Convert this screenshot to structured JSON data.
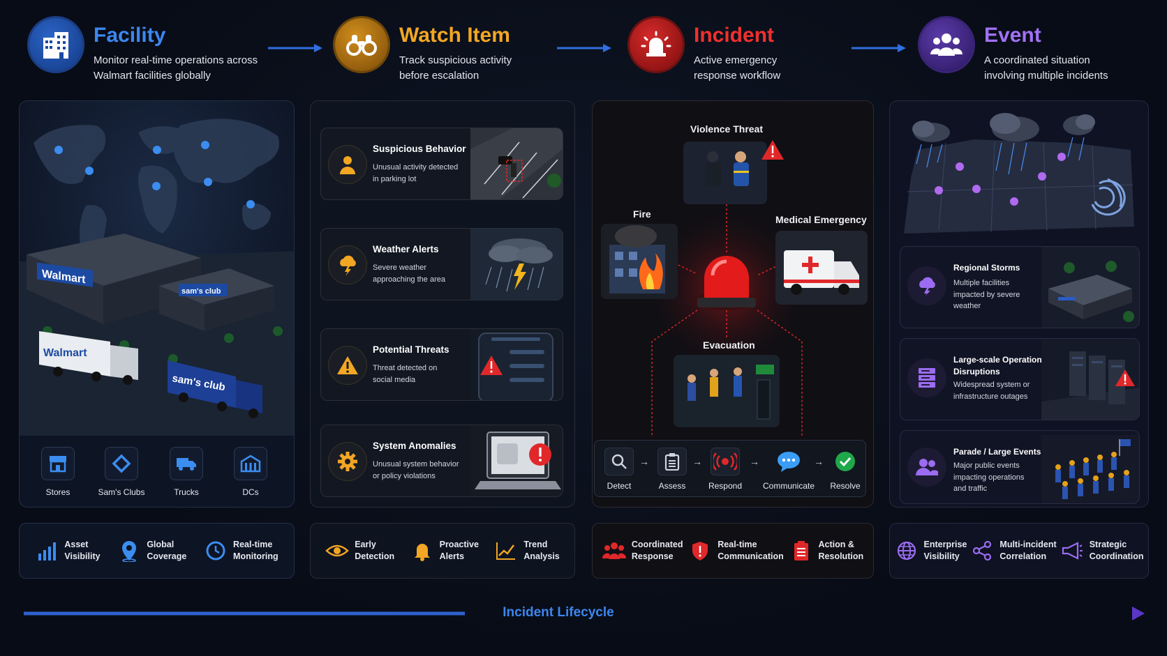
{
  "colors": {
    "facility": "#2f6fd6",
    "watch": "#e8a01c",
    "incident": "#e0282a",
    "event": "#8b5cf6",
    "arrow": "#2f6fe0"
  },
  "headers": [
    {
      "title": "Facility",
      "desc": "Monitor real-time operations across\nWalmart facilities globally",
      "icon": "building-icon"
    },
    {
      "title": "Watch Item",
      "desc": "Track suspicious activity\nbefore escalation",
      "icon": "binoculars-icon"
    },
    {
      "title": "Incident",
      "desc": "Active emergency\nresponse workflow",
      "icon": "alarm-icon"
    },
    {
      "title": "Event",
      "desc": "A coordinated situation\ninvolving multiple incidents",
      "icon": "group-icon"
    }
  ],
  "facility": {
    "brand_walmart": "Walmart",
    "brand_sams": "sam's club",
    "icons": [
      {
        "label": "Stores",
        "icon": "store-icon"
      },
      {
        "label": "Sam's Clubs",
        "icon": "diamond-icon"
      },
      {
        "label": "Trucks",
        "icon": "truck-icon"
      },
      {
        "label": "DCs",
        "icon": "warehouse-icon"
      }
    ]
  },
  "watch": {
    "cards": [
      {
        "title": "Suspicious Behavior",
        "desc": "Unusual activity detected\nin parking lot",
        "icon": "person-icon"
      },
      {
        "title": "Weather Alerts",
        "desc": "Severe weather\napproaching the area",
        "icon": "storm-cloud-icon"
      },
      {
        "title": "Potential Threats",
        "desc": "Threat detected on\nsocial media",
        "icon": "warning-icon"
      },
      {
        "title": "System Anomalies",
        "desc": "Unusual system behavior\nor policy violations",
        "icon": "gear-icon"
      }
    ]
  },
  "incident": {
    "labels": {
      "violence": "Violence Threat",
      "fire": "Fire",
      "medical": "Medical Emergency",
      "evacuation": "Evacuation"
    },
    "steps": [
      {
        "label": "Detect",
        "icon": "search-icon"
      },
      {
        "label": "Assess",
        "icon": "clipboard-icon"
      },
      {
        "label": "Respond",
        "icon": "broadcast-icon"
      },
      {
        "label": "Communicate",
        "icon": "chat-icon"
      },
      {
        "label": "Resolve",
        "icon": "check-icon"
      }
    ]
  },
  "event": {
    "cards": [
      {
        "title": "Regional Storms",
        "desc": "Multiple facilities\nimpacted by severe\nweather",
        "icon": "storm-cloud-icon"
      },
      {
        "title": "Large-scale Operational\nDisruptions",
        "desc": "Widespread system or\ninfrastructure outages",
        "icon": "server-icon"
      },
      {
        "title": "Parade / Large Events",
        "desc": "Major public events\nimpacting operations\nand traffic",
        "icon": "group-icon"
      }
    ]
  },
  "features": {
    "facility": [
      {
        "label": "Asset\nVisibility",
        "icon": "bar-chart-icon"
      },
      {
        "label": "Global\nCoverage",
        "icon": "location-pin-icon"
      },
      {
        "label": "Real-time\nMonitoring",
        "icon": "clock-icon"
      }
    ],
    "watch": [
      {
        "label": "Early\nDetection",
        "icon": "eye-icon"
      },
      {
        "label": "Proactive\nAlerts",
        "icon": "bell-icon"
      },
      {
        "label": "Trend\nAnalysis",
        "icon": "trend-icon"
      }
    ],
    "incident": [
      {
        "label": "Coordinated\nResponse",
        "icon": "team-icon"
      },
      {
        "label": "Real-time\nCommunication",
        "icon": "shield-alert-icon"
      },
      {
        "label": "Action &\nResolution",
        "icon": "checklist-icon"
      }
    ],
    "event": [
      {
        "label": "Enterprise\nVisibility",
        "icon": "globe-icon"
      },
      {
        "label": "Multi-incident\nCorrelation",
        "icon": "network-icon"
      },
      {
        "label": "Strategic\nCoordination",
        "icon": "megaphone-icon"
      }
    ]
  },
  "lifecycle": {
    "label": "Incident Lifecycle"
  }
}
